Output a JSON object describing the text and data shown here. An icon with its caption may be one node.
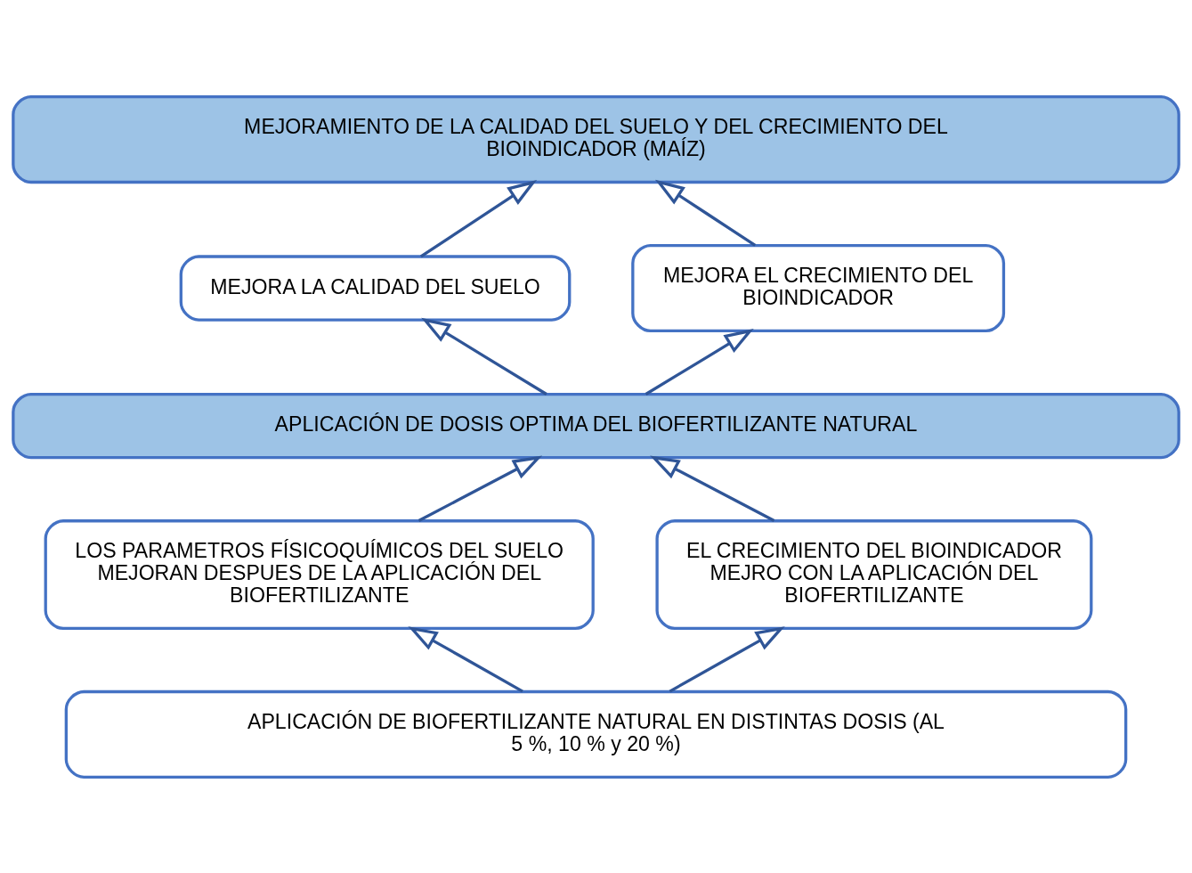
{
  "diagram": {
    "nodes": [
      {
        "text": [
          "MEJORAMIENTO DE LA CALIDAD DEL SUELO Y DEL CRECIMIENTO DEL BIOINDICADOR (MAÍZ)"
        ]
      },
      {
        "text": [
          "MEJORA LA CALIDAD DEL SUELO"
        ]
      },
      {
        "text": [
          "MEJORA EL CRECIMIENTO DEL BIOINDICADOR"
        ]
      },
      {
        "text": [
          "APLICACIÓN DE DOSIS OPTIMA DEL BIOFERTILIZANTE NATURAL"
        ]
      },
      {
        "text": [
          "LOS PARAMETROS FÍSICOQUÍMICOS DEL SUELO MEJORAN DESPUES DE LA APLICACIÓN DEL BIOFERTILIZANTE"
        ]
      },
      {
        "text": [
          "EL CRECIMIENTO DEL BIOINDICADOR MEJRO CON LA APLICACIÓN DEL BIOFERTILIZANTE"
        ]
      },
      {
        "text": [
          "APLICACIÓN DE BIOFERTILIZANTE NATURAL EN DISTINTAS DOSIS (AL 5 %, 10 % y 20 %)"
        ]
      }
    ],
    "edges": [
      {
        "from": 6,
        "to": 4,
        "arrow": "to"
      },
      {
        "from": 6,
        "to": 5,
        "arrow": "to"
      },
      {
        "from": 4,
        "to": 3,
        "arrow": "to"
      },
      {
        "from": 5,
        "to": 3,
        "arrow": "to"
      },
      {
        "from": 3,
        "to": 1,
        "arrow": "to"
      },
      {
        "from": 3,
        "to": 2,
        "arrow": "to"
      },
      {
        "from": 1,
        "to": 0,
        "arrow": "to"
      },
      {
        "from": 2,
        "to": 0,
        "arrow": "to"
      }
    ]
  }
}
